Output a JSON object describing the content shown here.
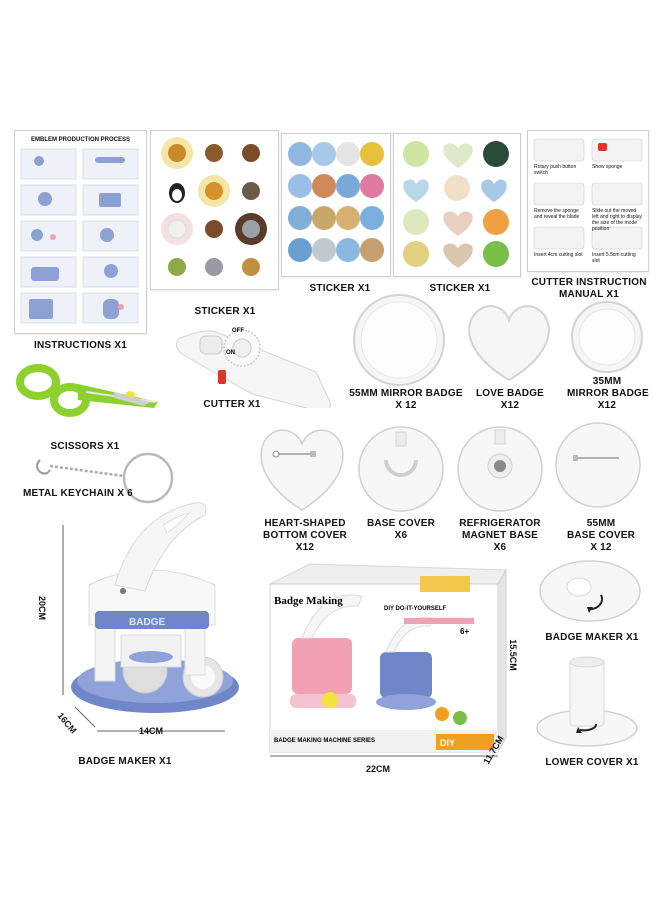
{
  "labels": {
    "instructions": "INSTRUCTIONS  X1",
    "sticker1": "STICKER  X1",
    "sticker2": "STICKER  X1",
    "sticker3": "STICKER  X1",
    "cutter_manual_l1": "CUTTER INSTRUCTION",
    "cutter_manual_l2": "MANUAL  X1",
    "cutter": "CUTTER  X1",
    "scissors": "SCISSORS  X1",
    "keychain": "METAL KEYCHAIN  X 6",
    "mirror55": "55MM MIRROR BADGE",
    "mirror55_qty": "X 12",
    "love": "LOVE BADGE",
    "love_qty": "X12",
    "mirror35_l1": "35MM",
    "mirror35_l2": "MIRROR BADGE",
    "mirror35_qty": "X12",
    "heart_l1": "HEART-SHAPED",
    "heart_l2": "BOTTOM COVER",
    "heart_qty": "X12",
    "base": "BASE COVER",
    "base_qty": "X6",
    "fridge_l1": "REFRIGERATOR",
    "fridge_l2": "MAGNET BASE",
    "fridge_qty": "X6",
    "base55_l1": "55MM",
    "base55_l2": "BASE COVER",
    "base55_qty": "X 12",
    "badge_maker_small": "BADGE MAKER  X1",
    "badge_maker_big": "BADGE MAKER  X1",
    "lower_cover": "LOWER COVER  X1"
  },
  "dimensions": {
    "height": "20CM",
    "depth": "16CM",
    "width": "14CM",
    "box_width": "22CM",
    "box_height": "15.5CM",
    "box_depth": "11.7CM"
  },
  "instructions_sheet": {
    "title": "EMBLEM PRODUCTION PROCESS"
  },
  "manual_sheet": {
    "steps": [
      "Rotary push button switch",
      "Show sponge",
      "Remove the sponge and reveal the blade",
      "Slide out the moved left and right to display the size of the mode position",
      "Insert 4cm cutting slot",
      "Insert 5.5cm cutting slot"
    ]
  },
  "cutter_text": {
    "off": "OFF",
    "on": "ON"
  },
  "machine_text": {
    "badge": "BADGE"
  },
  "box": {
    "title": "Badge Making",
    "subtitle": "DIY  DO-IT-YOURSELF",
    "series": "BADGE MAKING MACHINE SERIES",
    "age": "6+",
    "diy": "DIY"
  },
  "colors": {
    "blue": "#6f86c9",
    "green": "#8dd12f",
    "yellow": "#f2e33a",
    "pink": "#f2a0b4",
    "red": "#e0332b"
  }
}
